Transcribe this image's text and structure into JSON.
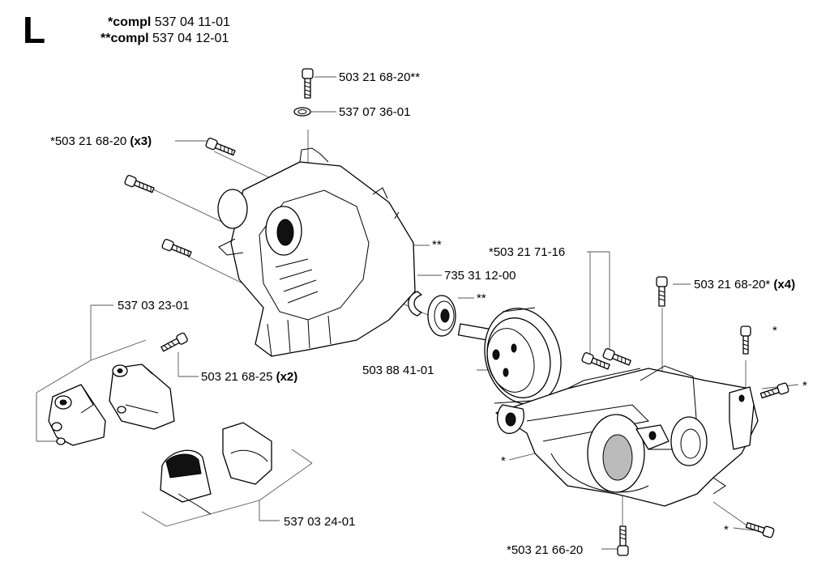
{
  "section": "L",
  "header": {
    "line1_prefix": "*compl",
    "line1_number": "537 04 11-01",
    "line2_prefix": "**compl",
    "line2_number": "537 04 12-01"
  },
  "callouts": {
    "screw_top": {
      "number": "503 21 68-20**",
      "qty": ""
    },
    "washer_top": {
      "number": "537 07 36-01",
      "qty": ""
    },
    "screws_left": {
      "number": "*503 21 68-20",
      "qty": "(x3)"
    },
    "housing_marker": {
      "number": "**",
      "qty": ""
    },
    "clip": {
      "number": "735 31 12-00",
      "qty": ""
    },
    "bearing_marker": {
      "number": "**",
      "qty": ""
    },
    "screws_mid": {
      "number": "*503 21 71-16",
      "qty": ""
    },
    "screw_right": {
      "number": "503 21 68-20*",
      "qty": "(x4)"
    },
    "cover_set_1": {
      "number": "537 03 23-01",
      "qty": ""
    },
    "screws_small": {
      "number": "503 21 68-25",
      "qty": "(x2)"
    },
    "drum": {
      "number": "503 88 41-01",
      "qty": ""
    },
    "marker_r1": {
      "number": "*",
      "qty": ""
    },
    "marker_r2": {
      "number": "*",
      "qty": ""
    },
    "marker_frame": {
      "number": "*",
      "qty": ""
    },
    "marker_bottom": {
      "number": "*",
      "qty": ""
    },
    "cover_set_2": {
      "number": "537 03 24-01",
      "qty": ""
    },
    "screw_bottom": {
      "number": "*503 21 66-20",
      "qty": ""
    }
  }
}
